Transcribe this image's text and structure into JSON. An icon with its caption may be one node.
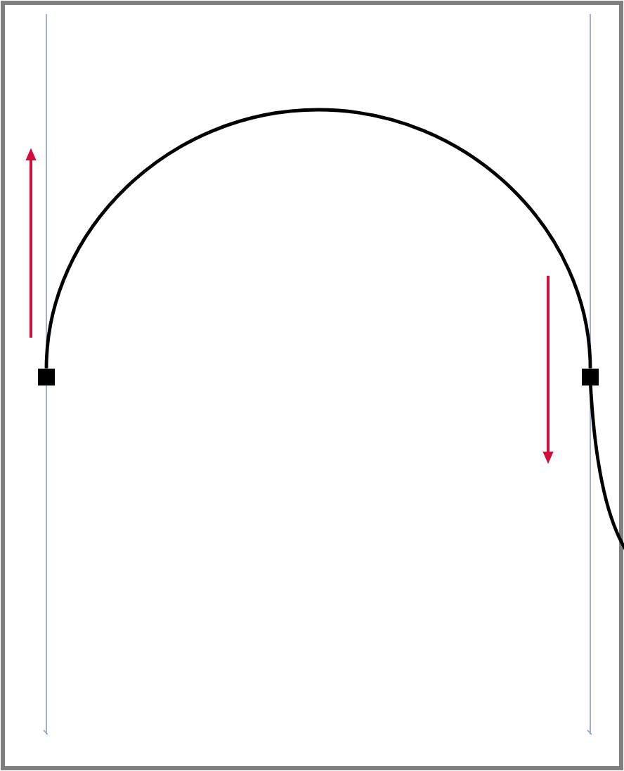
{
  "diagram": {
    "nodes": [
      {
        "text": [],
        "shape": "box"
      },
      {
        "text": [],
        "shape": "box"
      }
    ],
    "edges": [
      {
        "from": 0,
        "to": 1,
        "arrow": "none"
      }
    ]
  }
}
